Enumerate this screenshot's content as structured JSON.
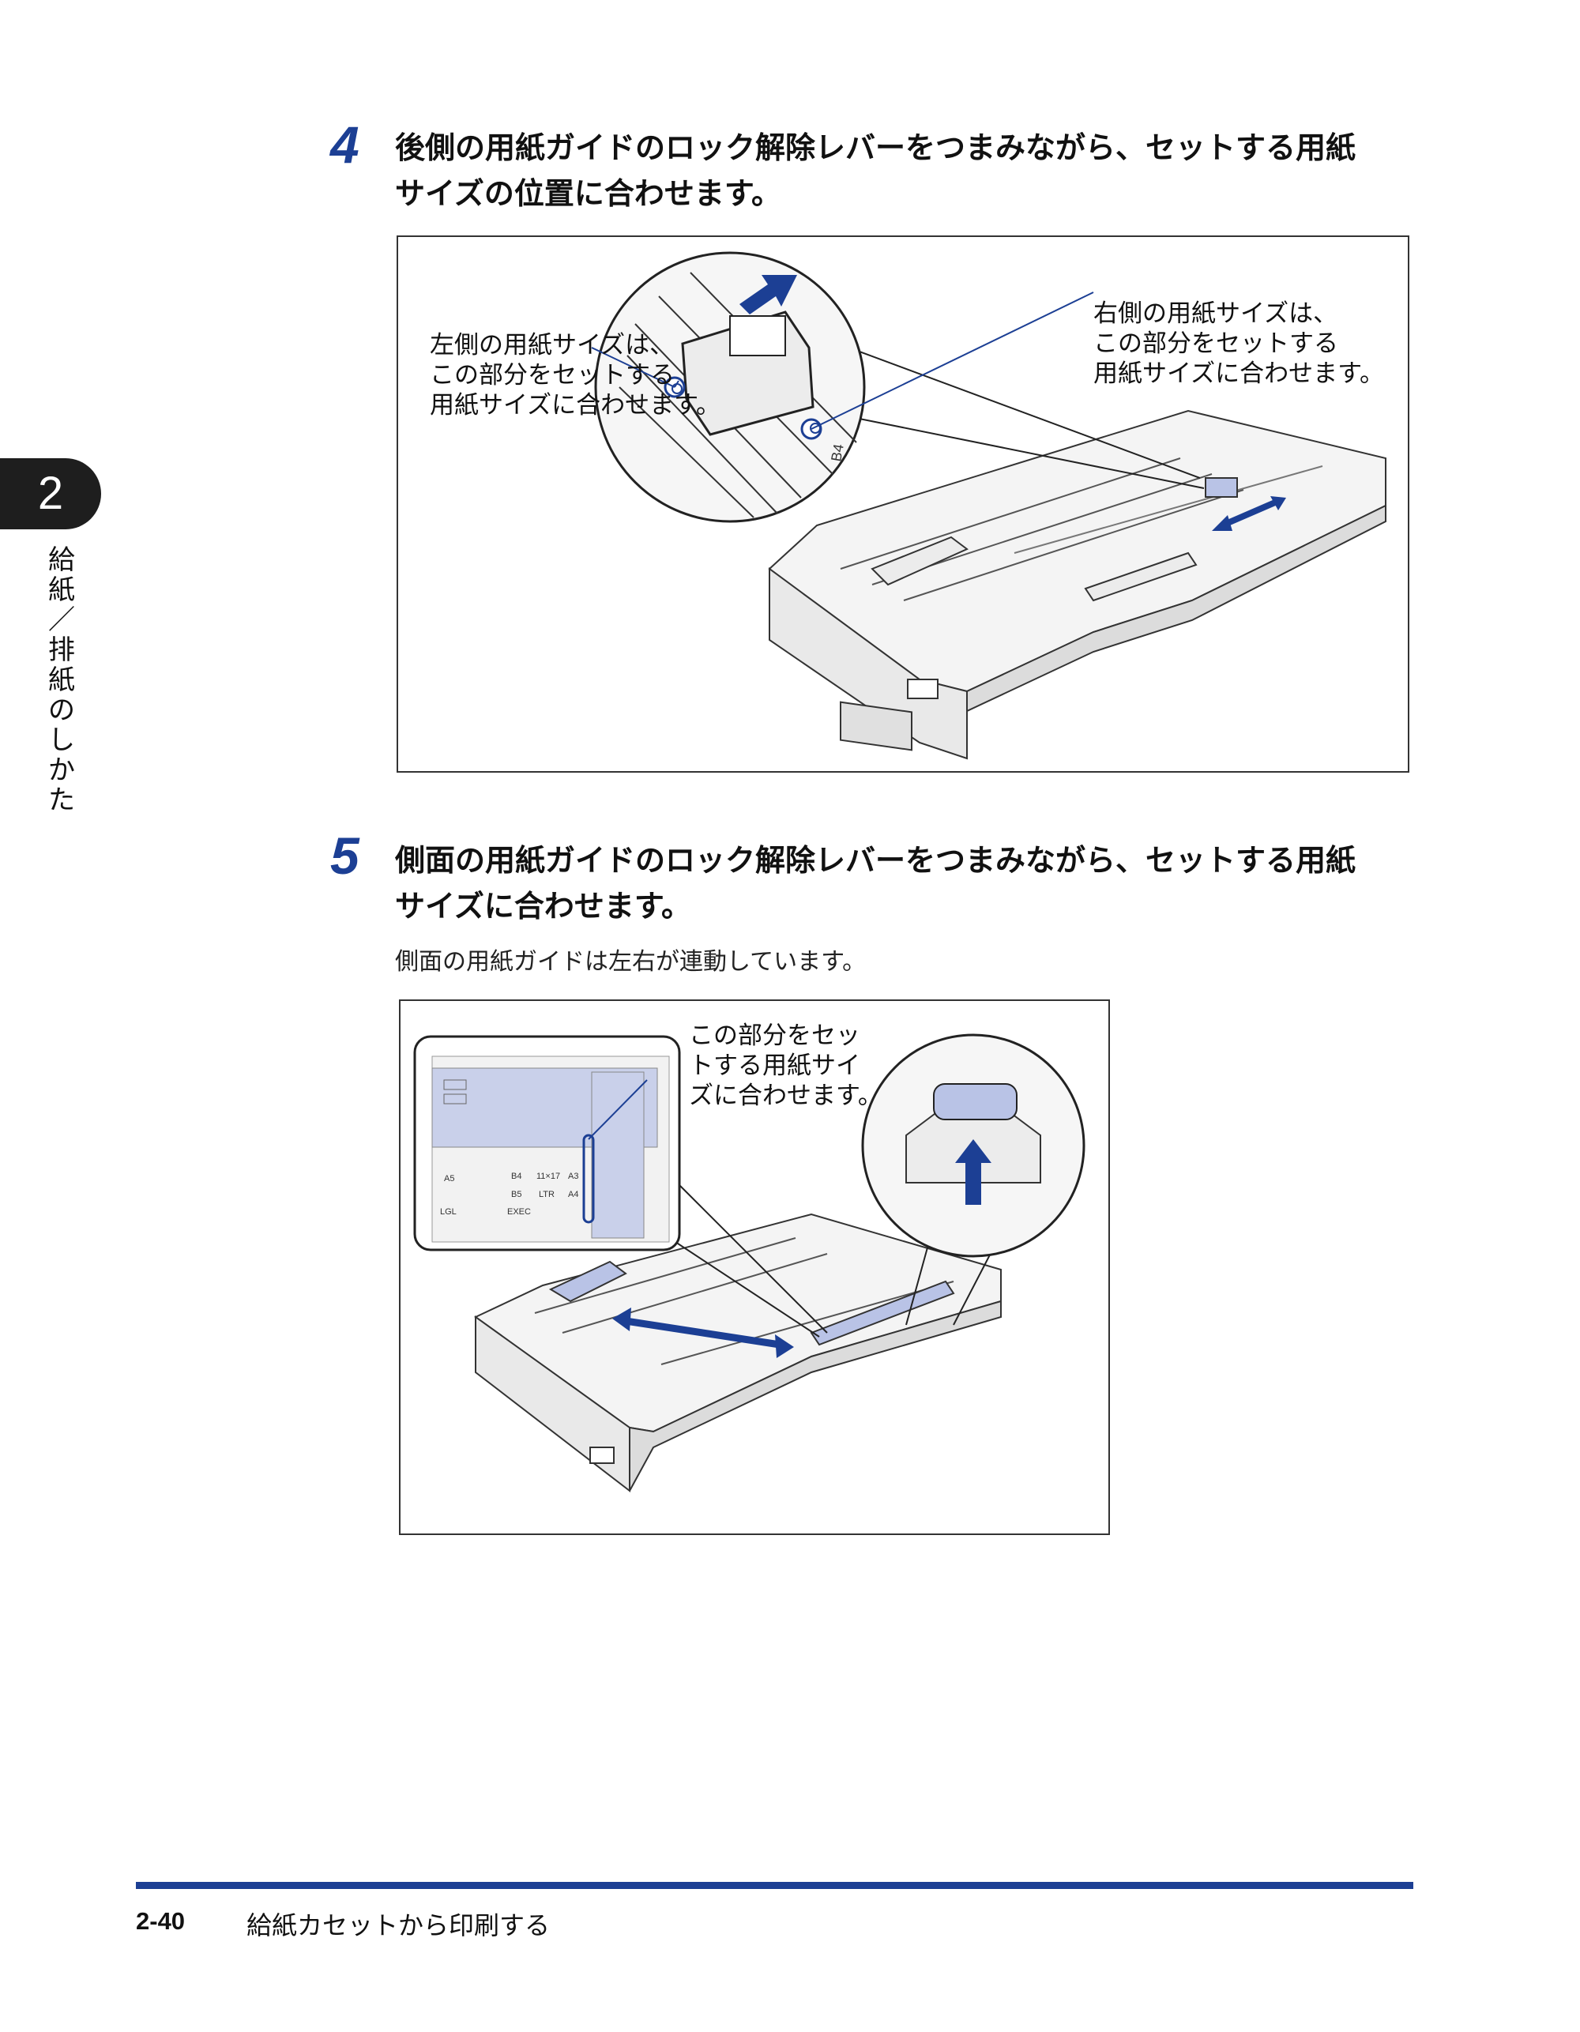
{
  "sidebar": {
    "chapter_number": "2",
    "chapter_title_chars": [
      "給",
      "紙",
      "／",
      "排",
      "紙",
      "の",
      "し",
      "か",
      "た"
    ]
  },
  "steps": [
    {
      "number": "4",
      "title_lines": [
        "後側の用紙ガイドのロック解除レバーをつまみながら、セットする用紙",
        "サイズの位置に合わせます。"
      ],
      "figure": {
        "callout_left": [
          "左側の用紙サイズは、",
          "この部分をセットする",
          "用紙サイズに合わせます。"
        ],
        "callout_right": [
          "右側の用紙サイズは、",
          "この部分をセットする",
          "用紙サイズに合わせます。"
        ],
        "scale_label": "B4"
      }
    },
    {
      "number": "5",
      "title_lines": [
        "側面の用紙ガイドのロック解除レバーをつまみながら、セットする用紙",
        "サイズに合わせます。"
      ],
      "note": "側面の用紙ガイドは左右が連動しています。",
      "figure": {
        "callout": [
          "この部分をセッ",
          "トする用紙サイ",
          "ズに合わせます。"
        ],
        "scale_labels": [
          "A5",
          "LGL",
          "B4",
          "B5",
          "EXEC",
          "11×17",
          "LTR",
          "A3",
          "A4"
        ]
      }
    }
  ],
  "footer": {
    "page": "2-40",
    "title": "給紙カセットから印刷する"
  },
  "colors": {
    "accent": "#1c3f94",
    "highlight": "#b9c3e6",
    "line": "#333333"
  }
}
